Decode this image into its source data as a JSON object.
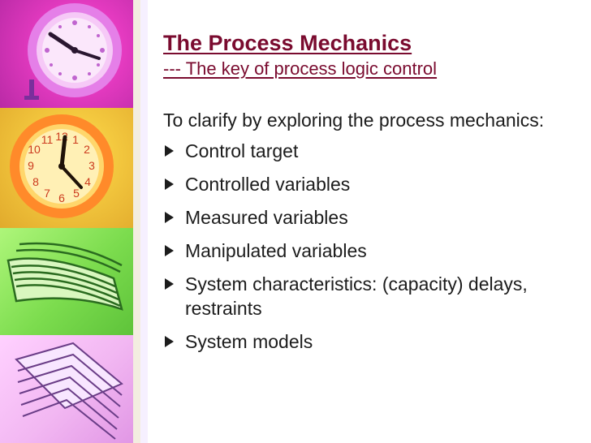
{
  "slide": {
    "title": "The Process Mechanics",
    "subtitle": "--- The key of process logic control",
    "intro": "To clarify by exploring the process mechanics:",
    "bullets": [
      "Control target",
      "Controlled variables",
      "Measured variables",
      "Manipulated variables",
      "System characteristics: (capacity) delays, restraints",
      "System models"
    ]
  },
  "side_images": [
    {
      "icon": "purple-clock",
      "color": "#e43ac0"
    },
    {
      "icon": "orange-clock",
      "color": "#f4c93f"
    },
    {
      "icon": "green-paper-stack",
      "color": "#7cdc4e"
    },
    {
      "icon": "pink-paper-stack",
      "color": "#f2b7f2"
    }
  ],
  "colors": {
    "title": "#7a0b2f",
    "text": "#1c1c1c"
  }
}
